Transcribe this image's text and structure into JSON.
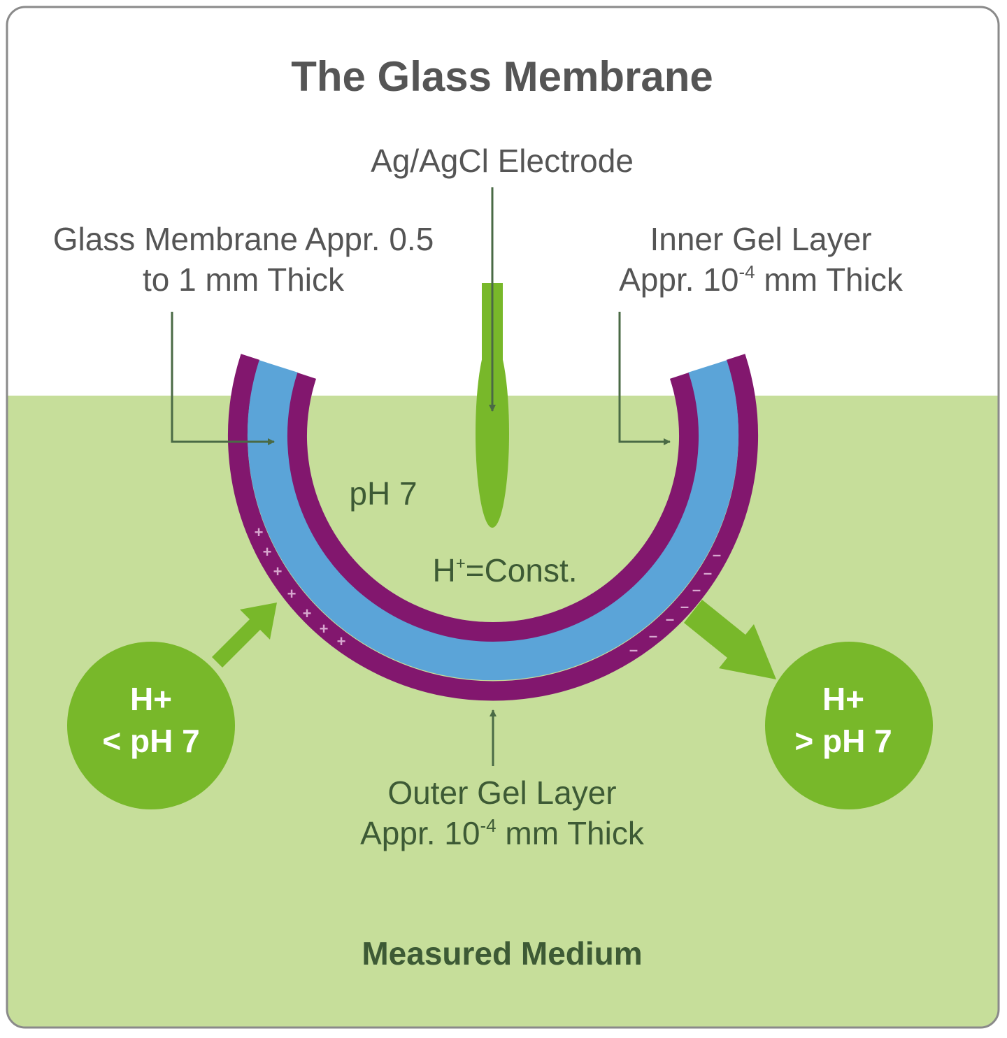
{
  "title": "The Glass Membrane",
  "labels": {
    "electrode": "Ag/AgCl Electrode",
    "glass_membrane_line1": "Glass Membrane Appr. 0.5",
    "glass_membrane_line2": "to 1 mm Thick",
    "inner_gel_line1": "Inner Gel Layer",
    "inner_gel_line2_prefix": "Appr. 10",
    "inner_gel_line2_exponent": "-4",
    "inner_gel_line2_suffix": " mm Thick",
    "inner_ph": "pH 7",
    "h_const_prefix": "H",
    "h_const_superscript": "+",
    "h_const_suffix": "=Const.",
    "outer_gel_line1": "Outer Gel Layer",
    "outer_gel_line2_prefix": "Appr. 10",
    "outer_gel_line2_exponent": "-4",
    "outer_gel_line2_suffix": " mm Thick",
    "medium": "Measured Medium"
  },
  "circles": {
    "left_line1": "H+",
    "left_line2": "< pH 7",
    "right_line1": "H+",
    "right_line2": "> pH 7"
  },
  "charges": {
    "positive_symbol": "+",
    "negative_symbol": "–"
  },
  "colors": {
    "frame": "#8a8a8a",
    "medium_fill": "#c6de9a",
    "gel_layer": "#82176e",
    "glass": "#5ba4d8",
    "accent_green": "#78b82a",
    "text_gray": "#555555",
    "text_dark_green": "#3d5a35",
    "arrow_dark": "#4a6a45",
    "charge_marks": "#d8a8d0"
  }
}
